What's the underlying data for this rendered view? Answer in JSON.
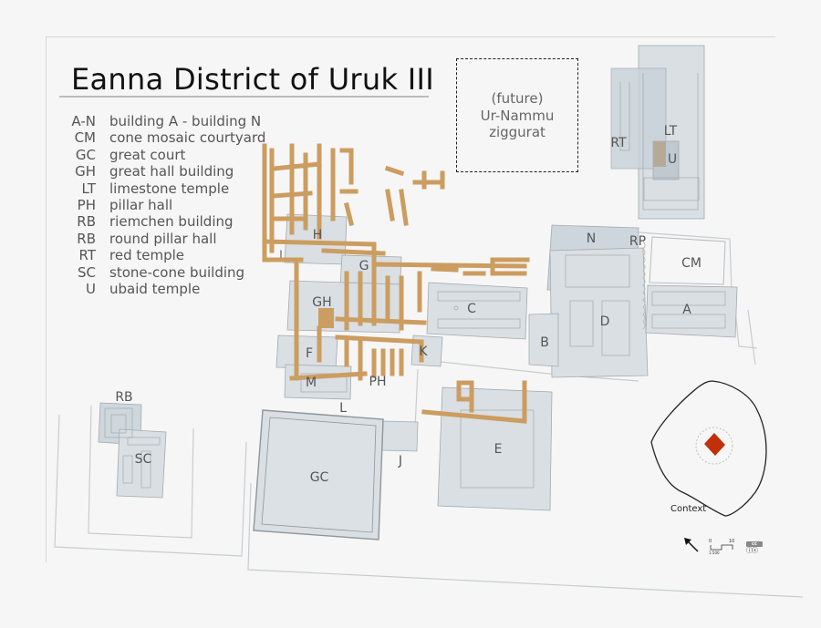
{
  "title": "Eanna District of Uruk III",
  "legend": [
    {
      "code": "A-N",
      "desc": "building A - building N"
    },
    {
      "code": "CM",
      "desc": "cone mosaic courtyard"
    },
    {
      "code": "GC",
      "desc": "great court"
    },
    {
      "code": "GH",
      "desc": "great hall building"
    },
    {
      "code": "LT",
      "desc": "limestone temple"
    },
    {
      "code": "PH",
      "desc": "pillar hall"
    },
    {
      "code": "RB",
      "desc": "riemchen building"
    },
    {
      "code": "RB",
      "desc": "round pillar hall"
    },
    {
      "code": "RT",
      "desc": "red temple"
    },
    {
      "code": "SC",
      "desc": "stone-cone building"
    },
    {
      "code": "U",
      "desc": "ubaid temple"
    }
  ],
  "ziggurat": {
    "line1": "(future)",
    "line2": "Ur-Nammu",
    "line3": "ziggurat"
  },
  "labels": {
    "RT": "RT",
    "LT": "LT",
    "U": "U",
    "N": "N",
    "RP": "RP",
    "CM": "CM",
    "A": "A",
    "D": "D",
    "B": "B",
    "C": "C",
    "H": "H",
    "I": "I",
    "G": "G",
    "GH": "GH",
    "F": "F",
    "M": "M",
    "PH": "PH",
    "K": "K",
    "L": "L",
    "E": "E",
    "J": "J",
    "GC": "GC",
    "RB": "RB",
    "SC": "SC"
  },
  "context": {
    "label": "Context"
  },
  "scale": {
    "start": "0",
    "end": "10",
    "ratio": "1:500"
  },
  "license": {
    "badge": "cc",
    "icons": "ⓘⓢ"
  },
  "colors": {
    "building_fill": "#d9dfe3",
    "building_stroke": "#a4aaae",
    "uruk_iii_walls": "#cc9d60",
    "context_marker": "#c0300a",
    "background": "#f6f6f6"
  }
}
